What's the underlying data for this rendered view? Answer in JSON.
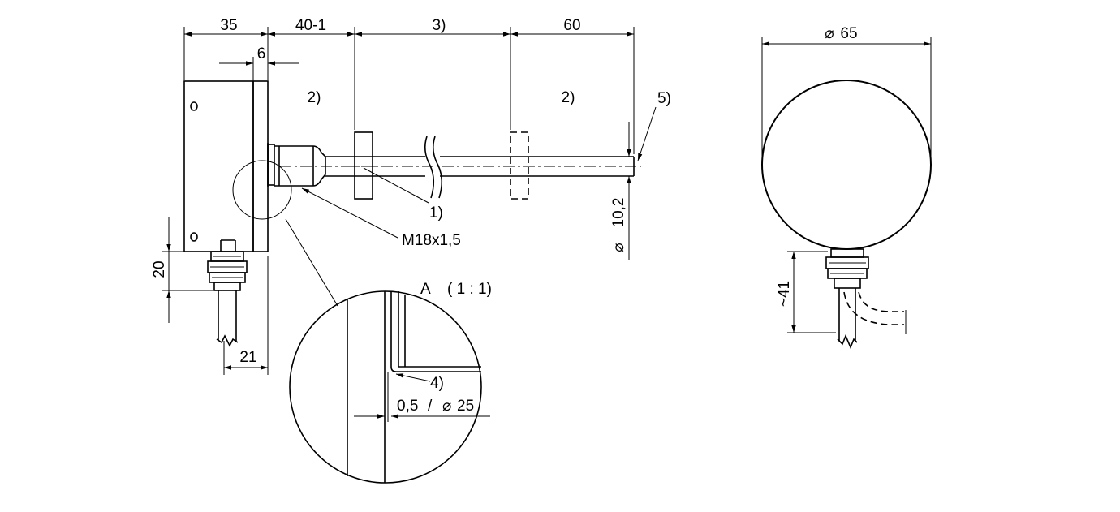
{
  "side_view": {
    "dims": {
      "d35": "35",
      "d40": "40-1",
      "d3": "3)",
      "d60": "60",
      "d6": "6",
      "d20": "20",
      "d21": "21",
      "d10": "10,2",
      "thread": "M18x1,5"
    },
    "notes": {
      "n1": "1)",
      "n2a": "2)",
      "n2b": "2)",
      "n5": "5)"
    },
    "diameter_symbol": "⌀"
  },
  "detail_view": {
    "title_a": "A",
    "title_scale": "( 1 : 1)",
    "note4": "4)",
    "dim_gap": "0,5",
    "dim_sep": "/",
    "dim_d25": "25"
  },
  "front_view": {
    "d65": "65",
    "d41": "~41"
  }
}
